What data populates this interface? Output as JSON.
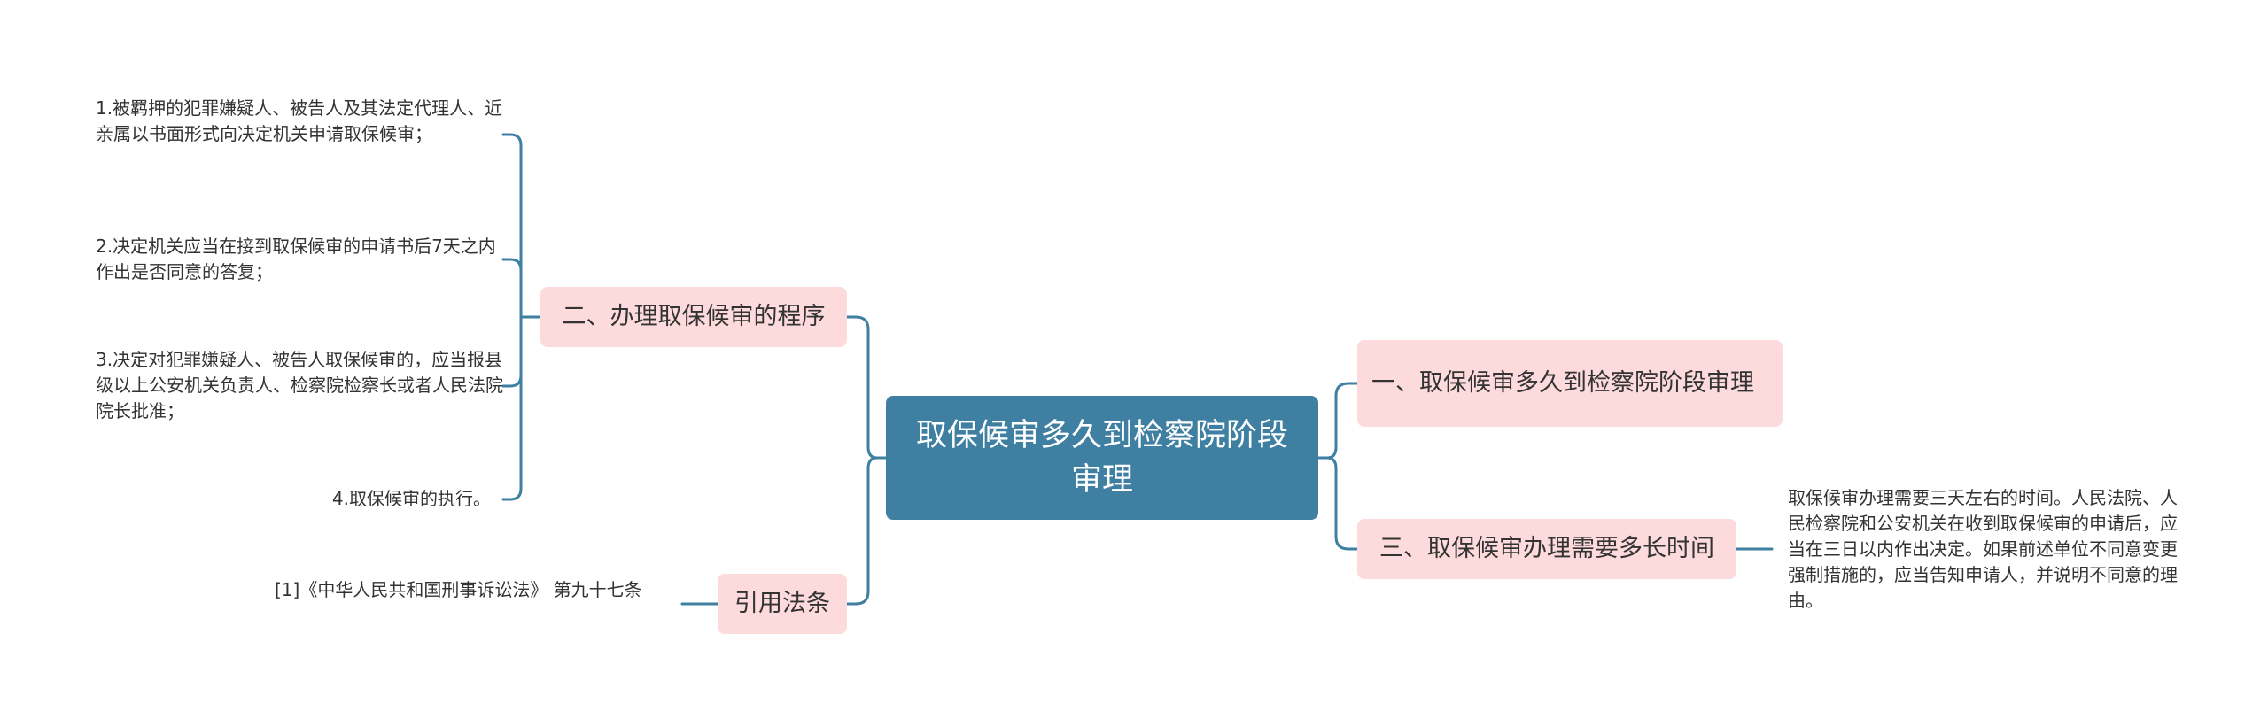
{
  "mindmap": {
    "root": {
      "label": "取保候审多久到检察院阶段审理"
    },
    "left_branches": [
      {
        "label": "二、办理取保候审的程序",
        "children": [
          "1.被羁押的犯罪嫌疑人、被告人及其法定代理人、近亲属以书面形式向决定机关申请取保候审；",
          "2.决定机关应当在接到取保候审的申请书后7天之内作出是否同意的答复；",
          "3.决定对犯罪嫌疑人、被告人取保候审的，应当报县级以上公安机关负责人、检察院检察长或者人民法院院长批准；",
          "4.取保候审的执行。"
        ]
      },
      {
        "label": "引用法条",
        "children": [
          "[1]《中华人民共和国刑事诉讼法》 第九十七条"
        ]
      }
    ],
    "right_branches": [
      {
        "label": "一、取保候审多久到检察院阶段审理",
        "children": []
      },
      {
        "label": "三、取保候审办理需要多长时间",
        "children": [
          "取保候审办理需要三天左右的时间。人民法院、人民检察院和公安机关在收到取保候审的申请后，应当在三日以内作出决定。如果前述单位不同意变更强制措施的，应当告知申请人，并说明不同意的理由。"
        ]
      }
    ],
    "colors": {
      "root_fill": "#3e7fa2",
      "branch_fill": "#fddadb",
      "connector": "#3e7fa2",
      "text": "#333333"
    }
  }
}
